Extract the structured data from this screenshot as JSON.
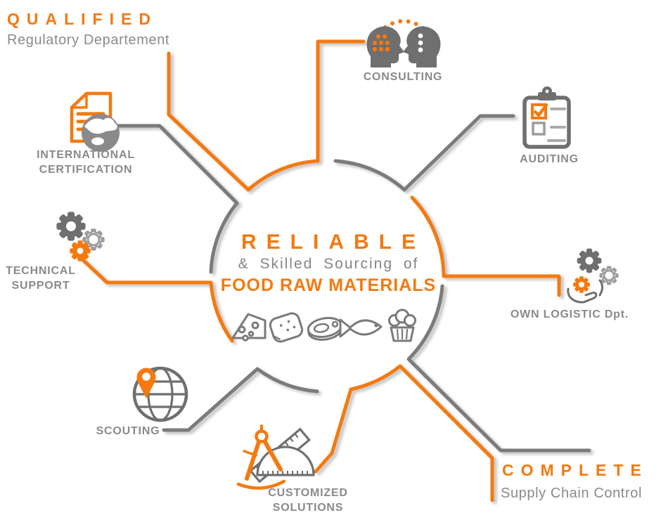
{
  "colors": {
    "accent_orange": "#F5790F",
    "line_gray": "#7B7B7B",
    "text_gray": "#8A8A8A",
    "icon_gray": "#6F6F6F",
    "background": "#FFFFFF"
  },
  "center": {
    "title": "RELIABLE",
    "subtitle": "& Skilled Sourcing of",
    "subtitle2": "FOOD RAW MATERIALS",
    "food_icons": [
      "cheese-icon",
      "bread-icon",
      "meat-icon",
      "fish-icon",
      "cupcake-icon"
    ]
  },
  "nodes": {
    "qualified": {
      "title": "QUALIFIED",
      "subtitle": "Regulatory Departement"
    },
    "consulting": {
      "label": "CONSULTING",
      "icon": "talking-heads-icon"
    },
    "auditing": {
      "label": "AUDITING",
      "icon": "clipboard-checklist-icon"
    },
    "own_logistic": {
      "label": "OWN LOGISTIC Dpt.",
      "icon": "gears-hand-icon"
    },
    "complete": {
      "title": "COMPLETE",
      "subtitle": "Supply Chain Control"
    },
    "customized": {
      "line1": "CUSTOMIZED",
      "line2": "SOLUTIONS",
      "icon": "drafting-tools-icon"
    },
    "scouting": {
      "label": "SCOUTING",
      "icon": "globe-pin-icon"
    },
    "technical": {
      "line1": "TECHNICAL",
      "line2": "SUPPORT",
      "icon": "three-gears-icon"
    },
    "international": {
      "line1": "INTERNATIONAL",
      "line2": "CERTIFICATION",
      "icon": "certificate-globe-icon"
    }
  }
}
